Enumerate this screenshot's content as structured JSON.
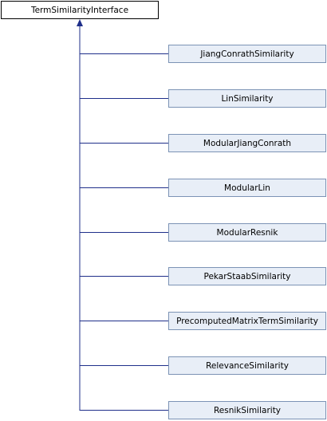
{
  "diagram": {
    "base": {
      "label": "TermSimilarityInterface"
    },
    "children": [
      {
        "label": "JiangConrathSimilarity"
      },
      {
        "label": "LinSimilarity"
      },
      {
        "label": "ModularJiangConrath"
      },
      {
        "label": "ModularLin"
      },
      {
        "label": "ModularResnik"
      },
      {
        "label": "PekarStaabSimilarity"
      },
      {
        "label": "PrecomputedMatrixTermSimilarity"
      },
      {
        "label": "RelevanceSimilarity"
      },
      {
        "label": "ResnikSimilarity"
      }
    ],
    "colors": {
      "edge": "#1f2f8a",
      "base_border": "#000000",
      "child_border": "#7c93b5",
      "child_fill": "#e8eef7"
    }
  }
}
